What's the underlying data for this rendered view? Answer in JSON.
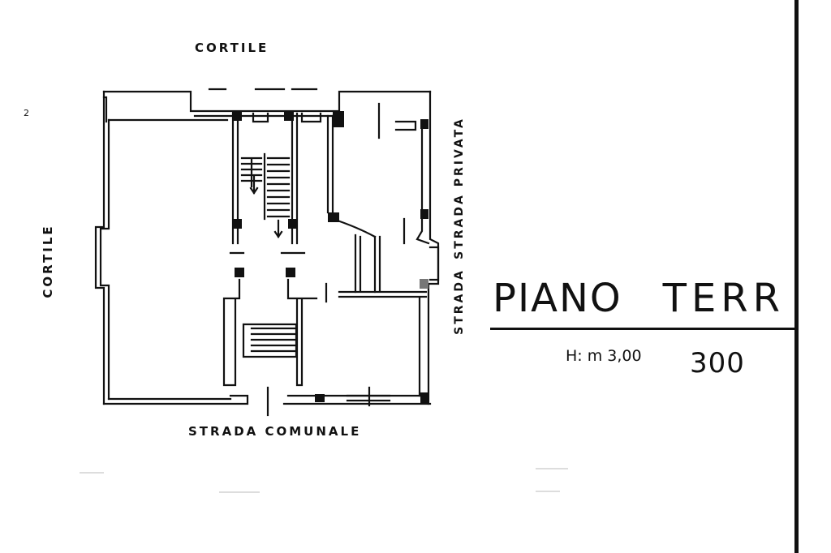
{
  "plan": {
    "labels": {
      "top": "CORTILE",
      "left": "CORTILE",
      "bottom": "STRADA COMUNALE",
      "right_upper": "STRADA PRIVATA",
      "right_lower": "STRADA",
      "sheet_number": "2"
    },
    "title": {
      "word1": "PIANO",
      "word2": "TERR",
      "height_label": "H: m 3,00",
      "height_note": "300"
    },
    "colors": {
      "ink": "#111111",
      "paper": "#ffffff"
    }
  }
}
